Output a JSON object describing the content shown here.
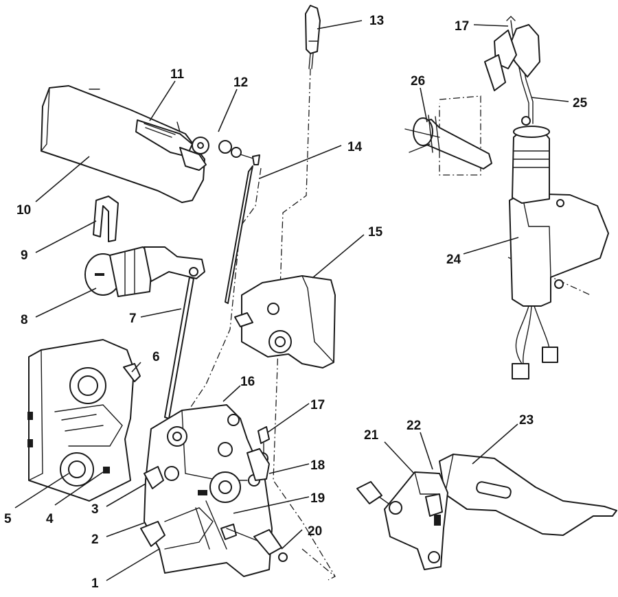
{
  "labels": {
    "n1": "1",
    "n2": "2",
    "n3": "3",
    "n4": "4",
    "n5": "5",
    "n6": "6",
    "n7": "7",
    "n8": "8",
    "n9": "9",
    "n10": "10",
    "n11": "11",
    "n12": "12",
    "n13": "13",
    "n14": "14",
    "n15": "15",
    "n16": "16",
    "n17a": "17",
    "n17b": "17",
    "n18": "18",
    "n19": "19",
    "n20": "20",
    "n21": "21",
    "n22": "22",
    "n23": "23",
    "n24": "24",
    "n25": "25",
    "n26": "26"
  },
  "colors": {
    "ink": "#1a1a1a",
    "paper": "#ffffff"
  }
}
